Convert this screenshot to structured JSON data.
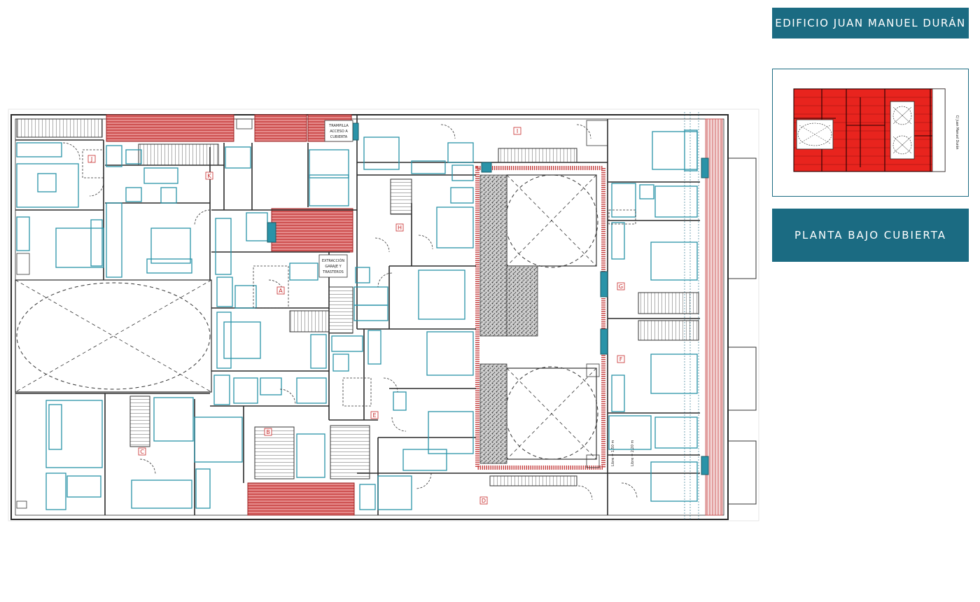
{
  "building_title": "EDIFICIO JUAN MANUEL DURÁN",
  "floor_title": "PLANTA BAJO CUBIERTA",
  "keymap": {
    "street_label": "C/ Juan Manuel Durán"
  },
  "plan_notes": {
    "trapdoor": [
      "TRAMPILLA",
      "ACCESO A",
      "CUBIERTA"
    ],
    "extraction": [
      "EXTRACCIÓN",
      "GARAJE Y",
      "TRASTEROS"
    ],
    "clearance_a": "Libre = 1,50 m",
    "clearance_b": "Libre = 2,20 m"
  },
  "unit_labels": [
    "A",
    "B",
    "C",
    "D",
    "E",
    "F",
    "G",
    "H",
    "I",
    "J",
    "K"
  ],
  "colors": {
    "accent": "#1b6b82",
    "roof_red": "#e03a3a",
    "hatch_red": "#c84848",
    "fixture_teal": "#2a93a8",
    "wall": "#2a2a2a"
  }
}
